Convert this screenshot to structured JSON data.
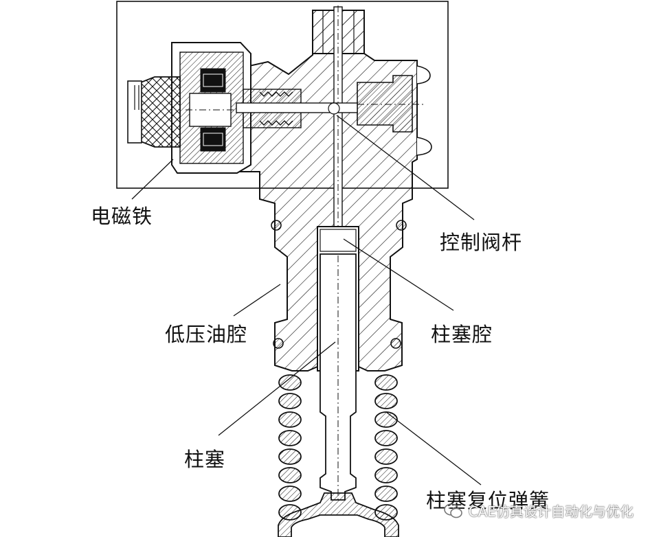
{
  "labels": {
    "electromagnet": "电磁铁",
    "control_valve_rod": "控制阀杆",
    "low_pressure_chamber": "低压油腔",
    "plunger_chamber": "柱塞腔",
    "plunger": "柱塞",
    "plunger_return_spring": "柱塞复位弹簧"
  },
  "watermark": {
    "text": "CAE仿真设计自动化与优化",
    "icon": "wechat-icon"
  },
  "colors": {
    "line": "#111111",
    "background": "#ffffff"
  }
}
